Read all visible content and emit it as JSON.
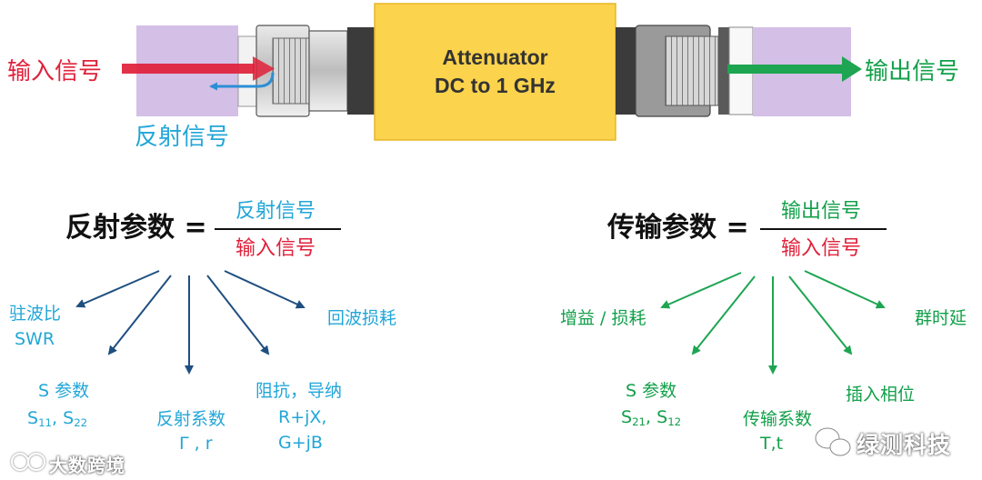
{
  "top": {
    "input_signal": "输入信号",
    "reflected_signal": "反射信号",
    "output_signal": "输出信号",
    "attenuator_line1": "Attenuator",
    "attenuator_line2": "DC to 1 GHz"
  },
  "left_formula": {
    "lhs": "反射参数 =",
    "numerator": "反射信号",
    "denominator": "输入信号",
    "items": {
      "vswr_line1": "驻波比",
      "vswr_line2": "SWR",
      "s_param_label": "S 参数",
      "s_param_a": "S",
      "s_param_a_sub": "11",
      "s_param_sep": ", S",
      "s_param_b_sub": "22",
      "refl_coef_label": "反射系数",
      "refl_coef_symbols": "Γ , r",
      "impedance_label": "阻抗，导纳",
      "impedance_eq1": "R+jX,",
      "impedance_eq2": "G+jB",
      "return_loss": "回波损耗"
    }
  },
  "right_formula": {
    "lhs": "传输参数 =",
    "numerator": "输出信号",
    "denominator": "输入信号",
    "items": {
      "gain_loss": "增益 / 损耗",
      "s_param_label": "S 参数",
      "s_param_a": "S",
      "s_param_a_sub": "21",
      "s_param_sep": ", S",
      "s_param_b_sub": "12",
      "trans_coef_label": "传输系数",
      "trans_coef_symbols": "T,t",
      "insertion_phase": "插入相位",
      "group_delay": "群时延"
    }
  },
  "watermarks": {
    "left": "大数跨境",
    "right": "绿测科技"
  },
  "colors": {
    "input_red": "#e0213a",
    "reflected_blue": "#22a6d8",
    "output_green": "#12a04a",
    "attenuator_fill": "#fbd34c",
    "cable_purple": "#d4bfe6",
    "arrow_navy": "#1f4f80"
  }
}
